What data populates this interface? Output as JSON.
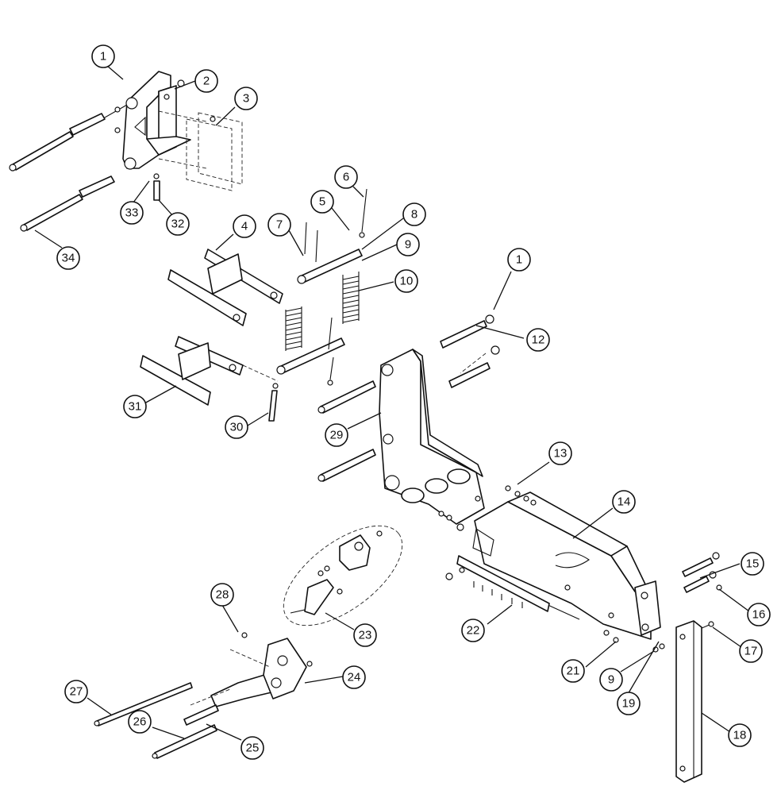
{
  "callouts": [
    {
      "id": "c-1a",
      "label": "1"
    },
    {
      "id": "c-2",
      "label": "2"
    },
    {
      "id": "c-3",
      "label": "3"
    },
    {
      "id": "c-4",
      "label": "4"
    },
    {
      "id": "c-5",
      "label": "5"
    },
    {
      "id": "c-6",
      "label": "6"
    },
    {
      "id": "c-7",
      "label": "7"
    },
    {
      "id": "c-8",
      "label": "8"
    },
    {
      "id": "c-9a",
      "label": "9"
    },
    {
      "id": "c-10",
      "label": "10"
    },
    {
      "id": "c-1b",
      "label": "1"
    },
    {
      "id": "c-12",
      "label": "12"
    },
    {
      "id": "c-13",
      "label": "13"
    },
    {
      "id": "c-14",
      "label": "14"
    },
    {
      "id": "c-15",
      "label": "15"
    },
    {
      "id": "c-16",
      "label": "16"
    },
    {
      "id": "c-17",
      "label": "17"
    },
    {
      "id": "c-18",
      "label": "18"
    },
    {
      "id": "c-19",
      "label": "19"
    },
    {
      "id": "c-9b",
      "label": "9"
    },
    {
      "id": "c-21",
      "label": "21"
    },
    {
      "id": "c-22",
      "label": "22"
    },
    {
      "id": "c-23",
      "label": "23"
    },
    {
      "id": "c-24",
      "label": "24"
    },
    {
      "id": "c-25",
      "label": "25"
    },
    {
      "id": "c-26",
      "label": "26"
    },
    {
      "id": "c-27",
      "label": "27"
    },
    {
      "id": "c-28",
      "label": "28"
    },
    {
      "id": "c-29",
      "label": "29"
    },
    {
      "id": "c-30",
      "label": "30"
    },
    {
      "id": "c-31",
      "label": "31"
    },
    {
      "id": "c-32",
      "label": "32"
    },
    {
      "id": "c-33",
      "label": "33"
    },
    {
      "id": "c-34",
      "label": "34"
    }
  ]
}
